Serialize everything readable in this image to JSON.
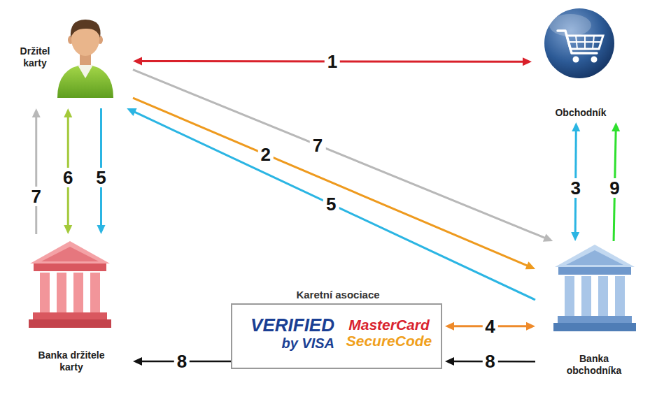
{
  "diagram": {
    "nodes": [
      {
        "text": [
          "Držitel karty"
        ]
      },
      {
        "text": [
          "Obchodník"
        ]
      },
      {
        "text": [
          "Banka držitele karty"
        ]
      },
      {
        "text": [
          "Karetní asociace",
          "VERIFIED by VISA",
          "MasterCard SecureCode"
        ]
      },
      {
        "text": [
          "Banka obchodníka"
        ]
      }
    ],
    "edges": [
      {
        "from": 0,
        "to": 1,
        "label": "1",
        "arrow": "both"
      },
      {
        "from": 0,
        "to": 4,
        "label": "2",
        "arrow": "to"
      },
      {
        "from": 0,
        "to": 4,
        "label": "7",
        "arrow": "to"
      },
      {
        "from": 4,
        "to": 0,
        "label": "5",
        "arrow": "to"
      },
      {
        "from": 0,
        "to": 2,
        "label": "5",
        "arrow": "to"
      },
      {
        "from": 0,
        "to": 2,
        "label": "6",
        "arrow": "both"
      },
      {
        "from": 2,
        "to": 0,
        "label": "7",
        "arrow": "to"
      },
      {
        "from": 1,
        "to": 4,
        "label": "3",
        "arrow": "both"
      },
      {
        "from": 4,
        "to": 1,
        "label": "9",
        "arrow": "to"
      },
      {
        "from": 3,
        "to": 4,
        "label": "4",
        "arrow": "both"
      },
      {
        "from": 4,
        "to": 3,
        "label": "8",
        "arrow": "to"
      },
      {
        "from": 3,
        "to": 2,
        "label": "8",
        "arrow": "to"
      }
    ]
  }
}
